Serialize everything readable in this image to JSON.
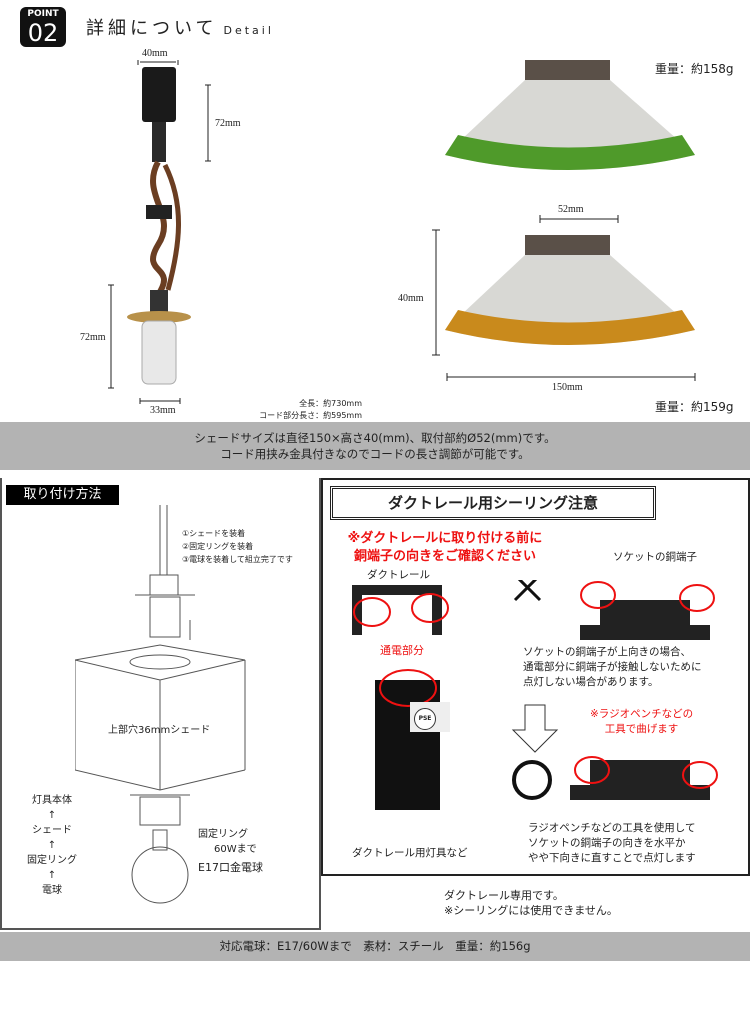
{
  "header": {
    "badge_top": "POINT",
    "badge_num": "02",
    "title": "詳細について",
    "subtitle": "Detail"
  },
  "dimensions": {
    "socket_width": "40mm",
    "socket_height": "72mm",
    "bottom_height": "72mm",
    "bottom_width": "33mm",
    "shade_top": "52mm",
    "shade_height": "40mm",
    "shade_diameter": "150mm"
  },
  "notes": {
    "total_length": "全長：約730mm",
    "cord_length": "コード部分長さ：約595mm"
  },
  "weights": {
    "green": "重量：約158g",
    "amber": "重量：約159g"
  },
  "band1": [
    "シェードサイズは直径150×高さ40(mm)、取付部約Ø52(mm)です。",
    "コード用挟み金具付きなのでコードの長さ調節が可能です。"
  ],
  "install": {
    "label": "取り付け方法",
    "steps": [
      "①シェードを装着",
      "②固定リングを装着",
      "③電球を装着して組立完了です"
    ],
    "shade_label": "上部穴36mmシェード",
    "order": [
      "灯具本体",
      "↑",
      "シェード",
      "↑",
      "固定リング",
      "↑",
      "電球"
    ],
    "ring_label": "固定リング",
    "bulb_watt": "60Wまで",
    "bulb_type": "E17口金電球"
  },
  "duct": {
    "title": "ダクトレール用シーリング注意",
    "warning": [
      "※ダクトレールに取り付ける前に",
      "銅端子の向きをご確認ください"
    ],
    "rail_label": "ダクトレール",
    "power_label": "通電部分",
    "terminal_label": "ソケットの銅端子",
    "bad_text": [
      "ソケットの銅端子が上向きの場合、",
      "通電部分に銅端子が接触しないために",
      "点灯しない場合があります。"
    ],
    "tool_note": [
      "※ラジオペンチなどの",
      "工具で曲げます"
    ],
    "fixture_label": "ダクトレール用灯具など",
    "good_text": [
      "ラジオペンチなどの工具を使用して",
      "ソケットの銅端子の向きを水平か",
      "やや下向きに直すことで点灯します"
    ],
    "pse": "PSE"
  },
  "exclusive": [
    "ダクトレール専用です。",
    "※シーリングには使用できません。"
  ],
  "band2": "対応電球：E17/60Wまで　素材：スチール　重量：約156g",
  "colors": {
    "green": "#4f9a2a",
    "amber": "#c98a1c",
    "red": "#e11111"
  }
}
